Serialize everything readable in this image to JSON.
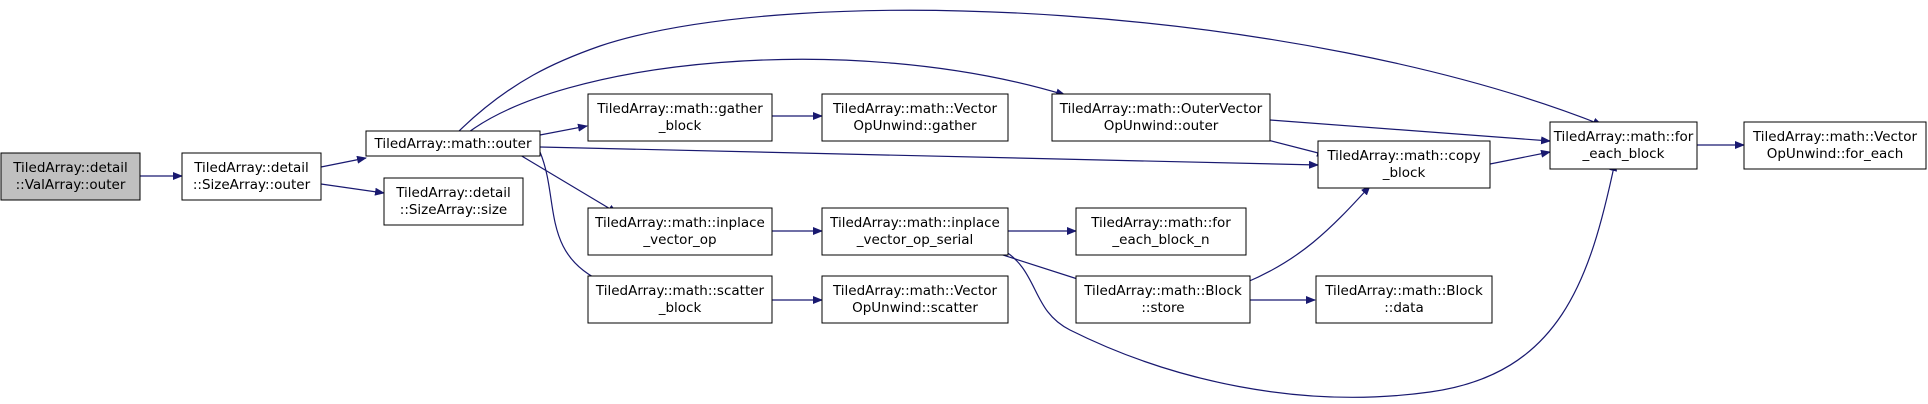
{
  "diagram": {
    "nodes": [
      {
        "id": "n1",
        "lines": [
          "TiledArray::detail",
          "::ValArray::outer"
        ]
      },
      {
        "id": "n2",
        "lines": [
          "TiledArray::detail",
          "::SizeArray::outer"
        ]
      },
      {
        "id": "n3",
        "lines": [
          "TiledArray::math::outer"
        ]
      },
      {
        "id": "n4",
        "lines": [
          "TiledArray::detail",
          "::SizeArray::size"
        ]
      },
      {
        "id": "n5",
        "lines": [
          "TiledArray::math::gather",
          "_block"
        ]
      },
      {
        "id": "n6",
        "lines": [
          "TiledArray::math::Vector",
          "OpUnwind::gather"
        ]
      },
      {
        "id": "n7",
        "lines": [
          "TiledArray::math::inplace",
          "_vector_op"
        ]
      },
      {
        "id": "n8",
        "lines": [
          "TiledArray::math::inplace",
          "_vector_op_serial"
        ]
      },
      {
        "id": "n9",
        "lines": [
          "TiledArray::math::scatter",
          "_block"
        ]
      },
      {
        "id": "n10",
        "lines": [
          "TiledArray::math::Vector",
          "OpUnwind::scatter"
        ]
      },
      {
        "id": "n11",
        "lines": [
          "TiledArray::math::OuterVector",
          "OpUnwind::outer"
        ]
      },
      {
        "id": "n12",
        "lines": [
          "TiledArray::math::for",
          "_each_block_n"
        ]
      },
      {
        "id": "n13",
        "lines": [
          "TiledArray::math::Block",
          "::store"
        ]
      },
      {
        "id": "n14",
        "lines": [
          "TiledArray::math::copy",
          "_block"
        ]
      },
      {
        "id": "n15",
        "lines": [
          "TiledArray::math::Block",
          "::data"
        ]
      },
      {
        "id": "n16",
        "lines": [
          "TiledArray::math::for",
          "_each_block"
        ]
      },
      {
        "id": "n17",
        "lines": [
          "TiledArray::math::Vector",
          "OpUnwind::for_each"
        ]
      }
    ],
    "colors": {
      "edge": "#191970",
      "node_fill": "#ffffff",
      "root_fill": "#c0c0c0",
      "border": "#000000"
    }
  }
}
